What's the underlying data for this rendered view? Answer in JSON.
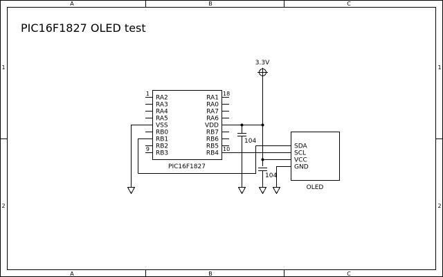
{
  "title": "PIC16F1827 OLED test",
  "frame": {
    "columns": [
      "A",
      "B",
      "C"
    ],
    "rows": [
      "1",
      "2"
    ]
  },
  "power": {
    "label": "3.3V"
  },
  "ic": {
    "name": "PIC16F1827",
    "left_pins": [
      "RA2",
      "RA3",
      "RA4",
      "RA5",
      "VSS",
      "RB0",
      "RB1",
      "RB2",
      "RB3"
    ],
    "right_pins": [
      "RA1",
      "RA0",
      "RA7",
      "RA6",
      "VDD",
      "RB7",
      "RB6",
      "RB5",
      "RB4"
    ],
    "pin_numbers": {
      "top_left": "1",
      "bottom_left": "9",
      "top_right": "18",
      "bottom_right": "10"
    }
  },
  "capacitors": [
    {
      "value": "104"
    },
    {
      "value": "104"
    }
  ],
  "oled": {
    "name": "OLED",
    "pins": [
      "SDA",
      "SCL",
      "VCC",
      "GND"
    ]
  }
}
